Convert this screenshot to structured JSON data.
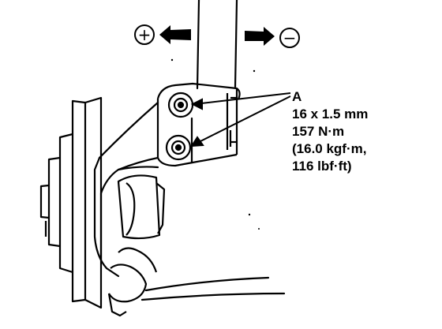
{
  "direction": {
    "positive_symbol": "+",
    "negative_symbol": "−"
  },
  "callout": {
    "letter": "A",
    "bolt_size": "16 x 1.5 mm",
    "torque_nm": "157 N·m",
    "torque_kgfm": "(16.0 kgf·m,",
    "torque_lbfft": "116 lbf·ft)"
  }
}
